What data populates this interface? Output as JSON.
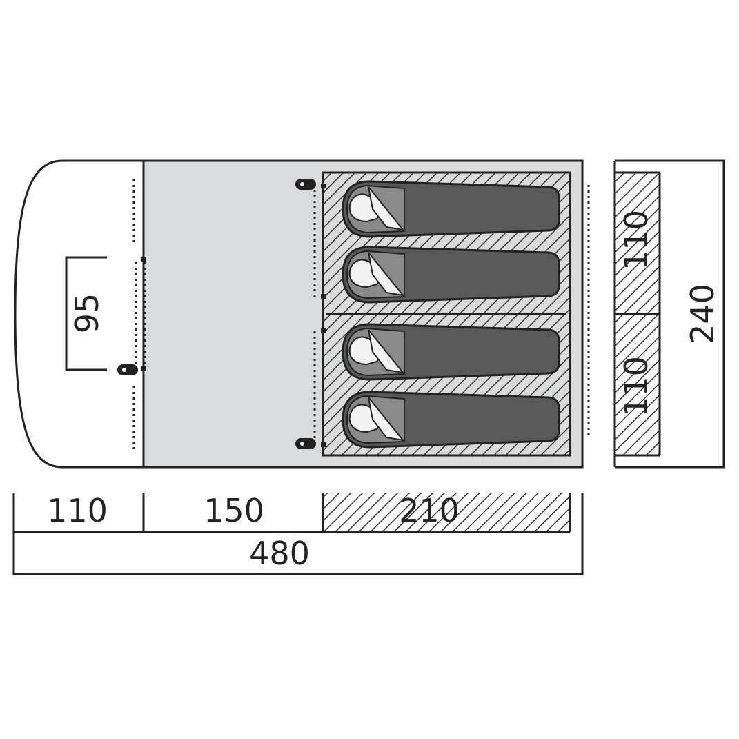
{
  "colors": {
    "outline": "#222222",
    "floor": "#d9dadb",
    "bag_body": "#595959",
    "bag_hood": "#8a8a8a",
    "face": "#f2f2f2",
    "hatch": "#333333",
    "background": "#ffffff"
  },
  "plan": {
    "door_height_label": "95",
    "sleeping_bags": [
      {
        "id": "bag-1"
      },
      {
        "id": "bag-2"
      },
      {
        "id": "bag-3"
      },
      {
        "id": "bag-4"
      }
    ]
  },
  "dimensions": {
    "vestibule_length": "110",
    "living_length": "150",
    "bedroom_length": "210",
    "total_length": "480",
    "bedroom_width_top": "110",
    "bedroom_width_bottom": "110",
    "total_width": "240"
  }
}
